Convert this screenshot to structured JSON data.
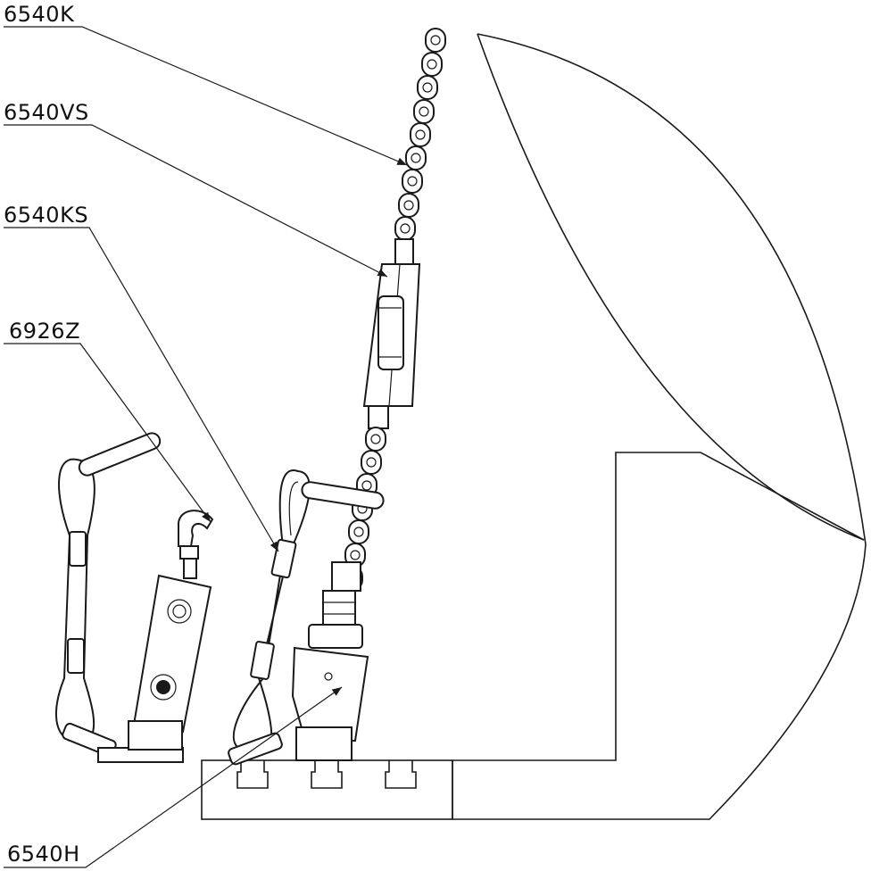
{
  "labels": {
    "chain": "6540K",
    "turnbuckle": "6540VS",
    "wire_sling": "6540KS",
    "hook": "6926Z",
    "anchor_point": "6540H"
  },
  "colors": {
    "line": "#1a1a1a",
    "background": "#ffffff"
  }
}
